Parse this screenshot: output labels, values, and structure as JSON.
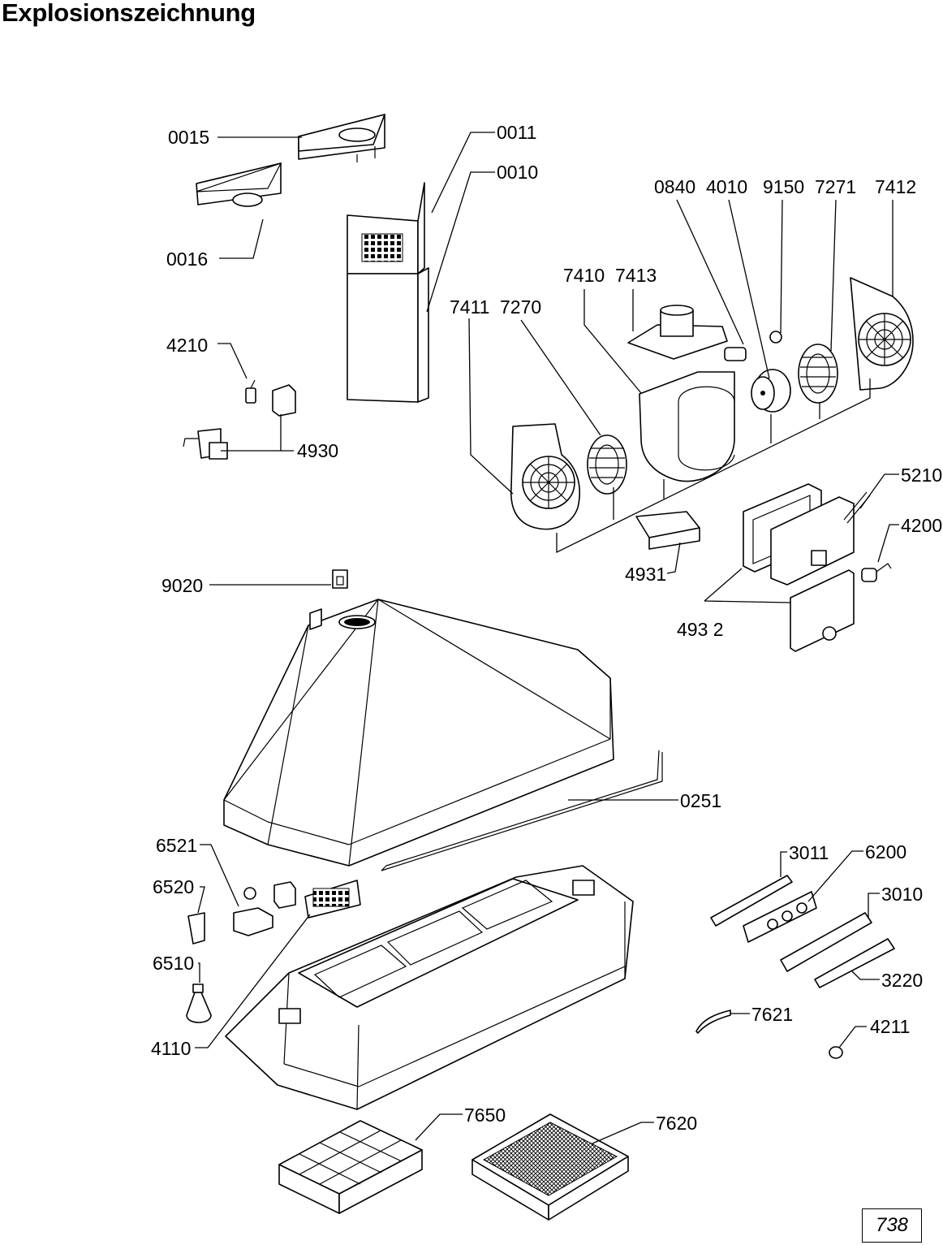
{
  "title": "Explosionszeichnung",
  "page_number": "738",
  "labels": {
    "l0015": "0015",
    "l0011": "0011",
    "l0010": "0010",
    "l0016": "0016",
    "l0840": "0840",
    "l4010": "4010",
    "l9150": "9150",
    "l7271": "7271",
    "l7412": "7412",
    "l7410": "7410",
    "l7413": "7413",
    "l7411": "7411",
    "l7270": "7270",
    "l4210": "4210",
    "l4930": "4930",
    "l5210": "5210",
    "l4200": "4200",
    "l4931": "4931",
    "l4932": "493 2",
    "l9020": "9020",
    "l0251": "0251",
    "l6521": "6521",
    "l6520": "6520",
    "l6510": "6510",
    "l4110": "4110",
    "l3011": "3011",
    "l6200": "6200",
    "l3010": "3010",
    "l3220": "3220",
    "l7621": "7621",
    "l4211": "4211",
    "l7650": "7650",
    "l7620": "7620"
  }
}
